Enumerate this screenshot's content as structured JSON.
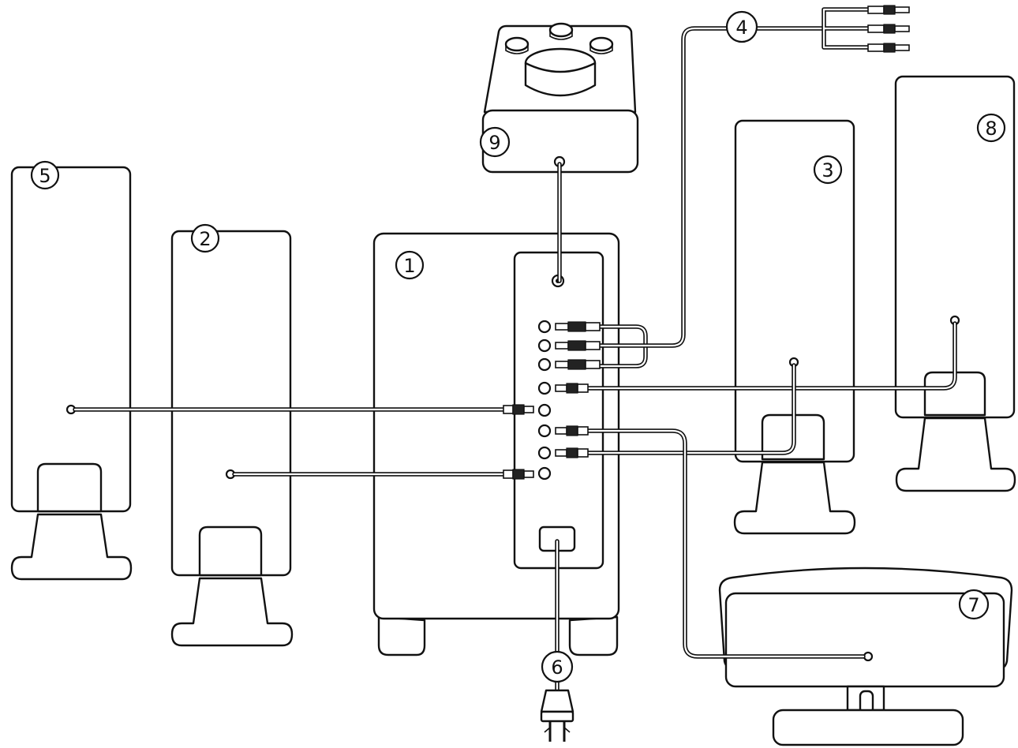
{
  "callouts": {
    "subwoofer": "1",
    "front_left_speaker": "2",
    "front_right_speaker": "3",
    "audio_input_cable": "4",
    "rear_left_speaker": "5",
    "power_cord": "6",
    "center_speaker": "7",
    "rear_right_speaker": "8",
    "control_pod": "9"
  },
  "colors": {
    "line": "#111111",
    "background": "#ffffff"
  }
}
